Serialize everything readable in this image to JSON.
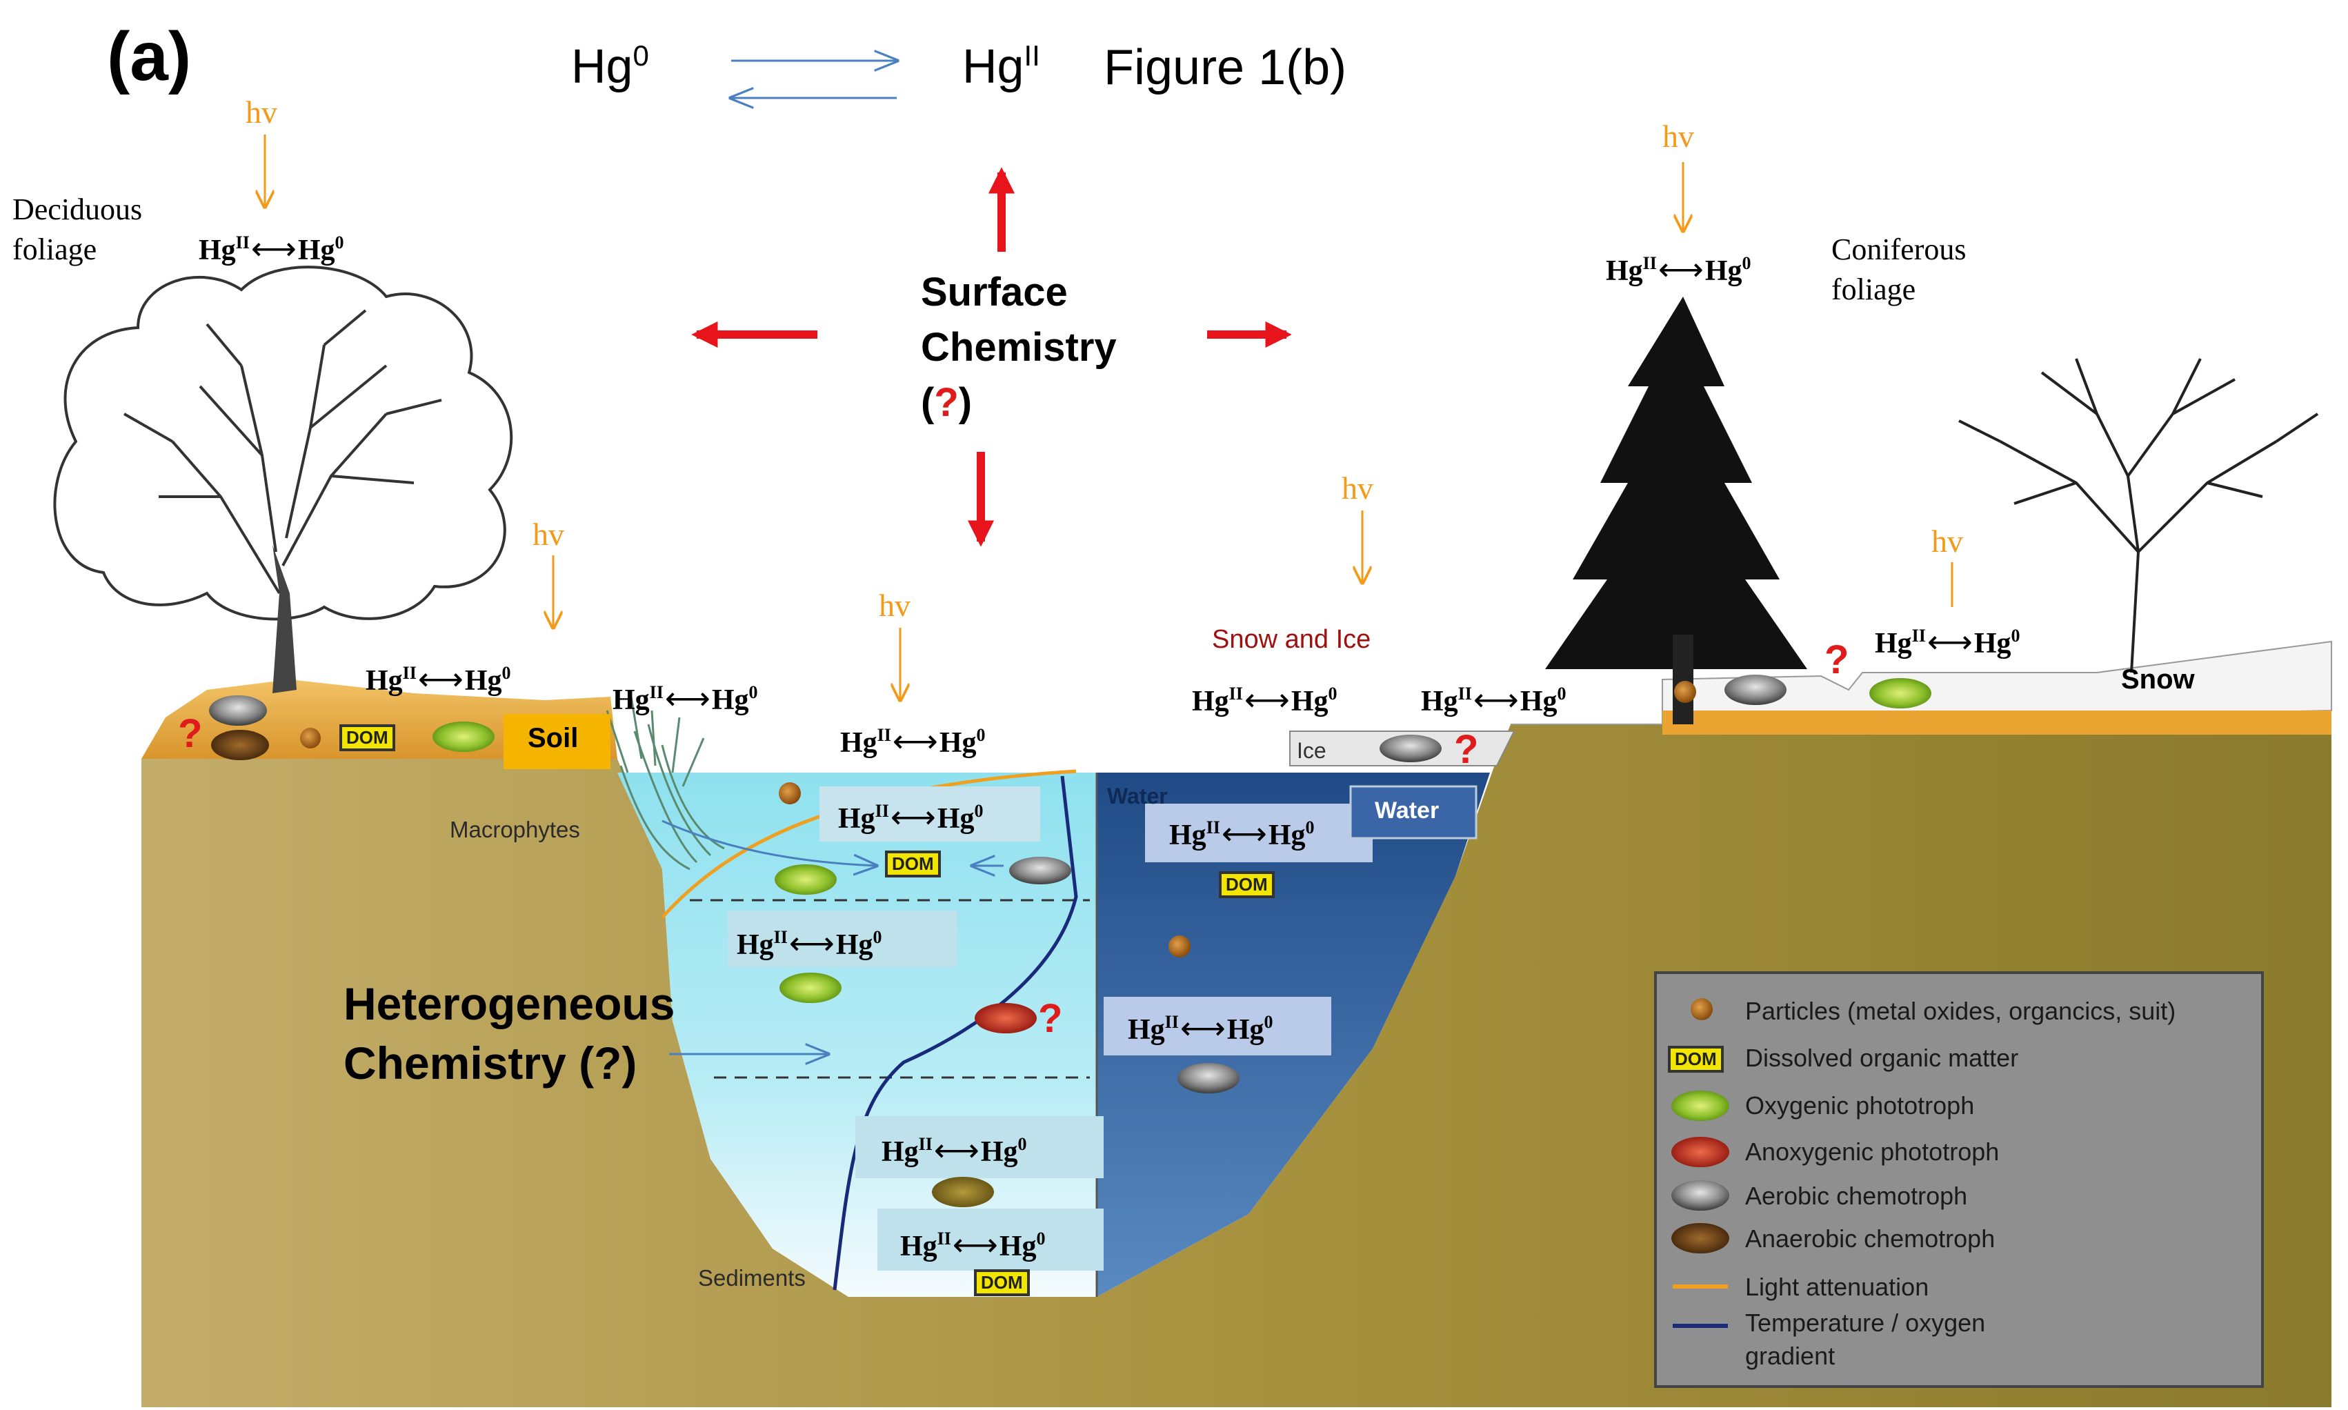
{
  "panel_label": "(a)",
  "top_reaction": {
    "left": "Hg",
    "left_sup": "0",
    "right": "Hg",
    "right_sup": "II",
    "figure_ref": "Figure 1(b)"
  },
  "surface_chemistry": {
    "line1": "Surface",
    "line2": "Chemistry",
    "paren_open": "(",
    "q": "?",
    "paren_close": ")"
  },
  "heterogeneous": {
    "line1": "Heterogeneous",
    "line2": "Chemistry (?)"
  },
  "hv": "hv",
  "question_mark": "?",
  "labels": {
    "deciduous": [
      "Deciduous",
      "foliage"
    ],
    "coniferous": [
      "Coniferous",
      "foliage"
    ],
    "soil": "Soil",
    "snow_and_ice": "Snow and Ice",
    "ice": "Ice",
    "water_box": "Water",
    "water_behind": "Water",
    "snow": "Snow",
    "macrophytes": "Macrophytes",
    "sediments": "Sediments",
    "dom": "DOM"
  },
  "equation": {
    "left": "Hg",
    "left_sup": "II",
    "arrow": "⟷",
    "right": "Hg",
    "right_sup": "0"
  },
  "legend": [
    {
      "icon": "particle",
      "text": "Particles (metal oxides, organcics, suit)"
    },
    {
      "icon": "dom",
      "text": "Dissolved organic matter"
    },
    {
      "icon": "oxygenic",
      "text": "Oxygenic phototroph"
    },
    {
      "icon": "anoxygenic",
      "text": "Anoxygenic phototroph"
    },
    {
      "icon": "aerobic",
      "text": "Aerobic chemotroph"
    },
    {
      "icon": "anaerobic",
      "text": "Anaerobic chemotroph"
    },
    {
      "icon": "light",
      "text": "Light attenuation"
    },
    {
      "icon": "gradient",
      "text": "Temperature / oxygen",
      "text2": "gradient"
    }
  ],
  "colors": {
    "ground": "#9b8a3e",
    "soil_layer": "#e0a63c",
    "lake_light": "#b8ecf4",
    "lake_dark": "#2f5f98",
    "arrow_red": "#e8141b",
    "hv_orange": "#f39a1b",
    "reaction_arrow_blue": "#4a7fc0",
    "legend_bg": "#8f8f8f"
  }
}
